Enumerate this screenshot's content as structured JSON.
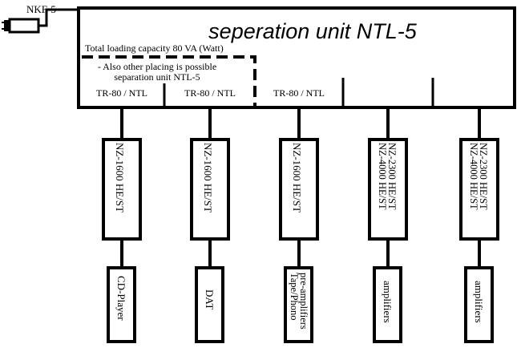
{
  "plug_label": "NKF-5",
  "unit": {
    "title": "seperation unit NTL-5",
    "capacity_note": "Total loading capacity 80 VA (Watt)",
    "placing_note_line1": "- Also other placing is possible",
    "placing_note_line2": "separation unit NTL-5"
  },
  "slots": [
    {
      "label": "TR-80 / NTL"
    },
    {
      "label": "TR-80 / NTL"
    },
    {
      "label": "TR-80 / NTL"
    },
    {
      "label": ""
    },
    {
      "label": ""
    }
  ],
  "branches": [
    {
      "filter_lines": [
        "NZ-1600 HE/ST"
      ],
      "device_lines": [
        "CD-Player"
      ]
    },
    {
      "filter_lines": [
        "NZ-1600 HE/ST"
      ],
      "device_lines": [
        "DAT"
      ]
    },
    {
      "filter_lines": [
        "NZ-1600 HE/ST"
      ],
      "device_lines": [
        "pre-amplifiers",
        "Tape/Phono"
      ]
    },
    {
      "filter_lines": [
        "NZ-2300 HE/ST",
        "NZ-4000 HE/ST"
      ],
      "device_lines": [
        "amplifiers"
      ]
    },
    {
      "filter_lines": [
        "NZ-2300 HE/ST",
        "NZ-4000 HE/ST"
      ],
      "device_lines": [
        "amplifiers"
      ]
    }
  ]
}
